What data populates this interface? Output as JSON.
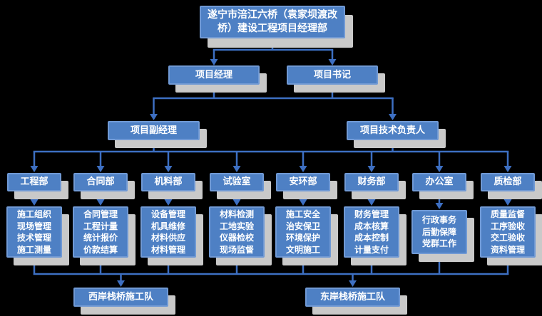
{
  "colors": {
    "box_fill": "#4E80C4",
    "box_border": "#7099D4",
    "shadow": "#C9C9C9",
    "line": "#3D6FC2",
    "text": "#FFFFFF",
    "bg": "#000000"
  },
  "org": {
    "root": "遂宁市涪江六桥（袁家坝渡改桥）建设工程项目经理部",
    "level2": [
      "项目经理",
      "项目书记"
    ],
    "level3": [
      "项目副经理",
      "项目技术负责人"
    ],
    "departments": [
      {
        "name": "工程部",
        "duties": "施工组织\n现场管理\n技术管理\n施工测量"
      },
      {
        "name": "合同部",
        "duties": "合同管理\n工程计量\n统计报价\n价款结算"
      },
      {
        "name": "机料部",
        "duties": "设备管理\n机具维修\n材料供应\n材料管理"
      },
      {
        "name": "试验室",
        "duties": "材料检测\n工地实验\n仪器检校\n现场监督"
      },
      {
        "name": "安环部",
        "duties": "施工安全\n治安保卫\n环境保护\n文明施工"
      },
      {
        "name": "财务部",
        "duties": "财务管理\n成本核算\n成本控制\n计量支付"
      },
      {
        "name": "办公室",
        "duties": "行政事务\n后勤保障\n党群工作"
      },
      {
        "name": "质检部",
        "duties": "质量监督\n工序验收\n交工验收\n资料管理"
      }
    ],
    "teams": [
      "西岸栈桥施工队",
      "东岸栈桥施工队"
    ]
  }
}
